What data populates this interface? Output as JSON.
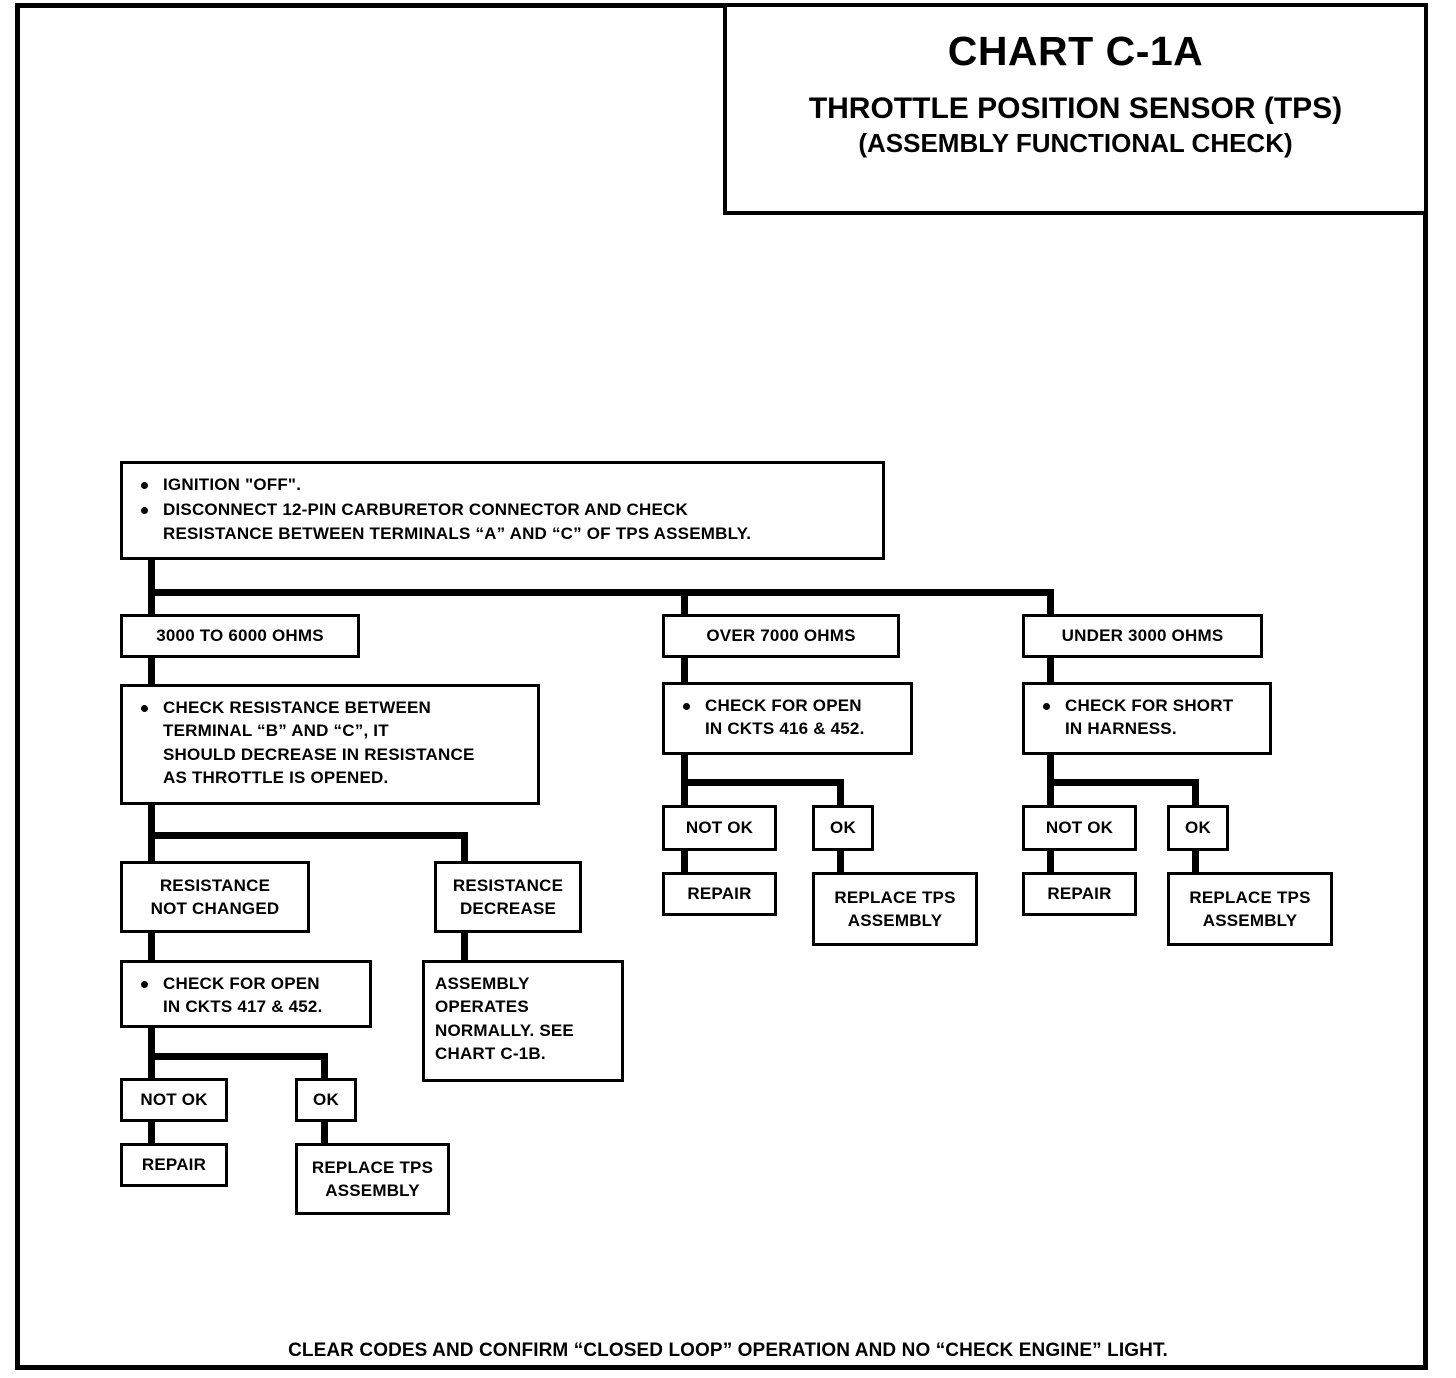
{
  "title_block": {
    "chart_id": "CHART C-1A",
    "subtitle_line1": "THROTTLE POSITION SENSOR (TPS)",
    "subtitle_line2": "(ASSEMBLY FUNCTIONAL CHECK)"
  },
  "start": {
    "bullet1": "IGNITION \"OFF\".",
    "bullet2": "DISCONNECT 12-PIN CARBURETOR CONNECTOR AND CHECK\nRESISTANCE BETWEEN TERMINALS “A” AND “C” OF TPS ASSEMBLY."
  },
  "branches": {
    "left": {
      "condition": "3000 TO 6000 OHMS",
      "action": "CHECK RESISTANCE BETWEEN\nTERMINAL “B” AND “C”, IT\nSHOULD DECREASE IN RESISTANCE\nAS THROTTLE IS OPENED.",
      "outcome_a": "RESISTANCE\nNOT CHANGED",
      "outcome_b": "RESISTANCE\nDECREASE",
      "outcome_a_action": "CHECK FOR OPEN\nIN CKTS 417 & 452.",
      "outcome_b_result": "ASSEMBLY\nOPERATES\nNORMALLY. SEE\nCHART C-1B.",
      "not_ok": "NOT OK",
      "ok": "OK",
      "repair": "REPAIR",
      "replace": "REPLACE TPS\nASSEMBLY"
    },
    "middle": {
      "condition": "OVER 7000 OHMS",
      "action": "CHECK FOR OPEN\nIN CKTS 416 & 452.",
      "not_ok": "NOT OK",
      "ok": "OK",
      "repair": "REPAIR",
      "replace": "REPLACE TPS\nASSEMBLY"
    },
    "right": {
      "condition": "UNDER 3000 OHMS",
      "action": "CHECK FOR SHORT\nIN HARNESS.",
      "not_ok": "NOT OK",
      "ok": "OK",
      "repair": "REPAIR",
      "replace": "REPLACE TPS\nASSEMBLY"
    }
  },
  "footer": {
    "note": "CLEAR CODES AND CONFIRM  “CLOSED LOOP” OPERATION AND NO “CHECK ENGINE” LIGHT."
  }
}
